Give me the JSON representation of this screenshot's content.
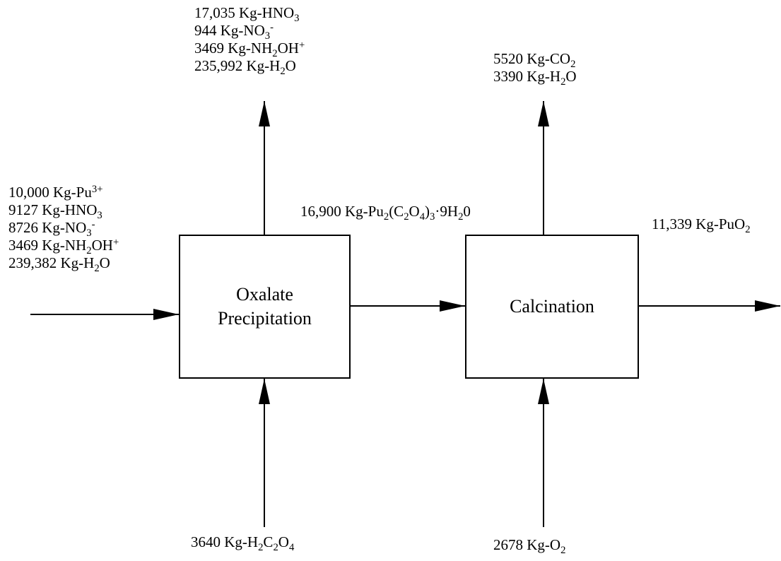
{
  "diagram": {
    "nodes": [
      {
        "id": "oxalate",
        "lines": [
          "Oxalate",
          "Precipitation"
        ]
      },
      {
        "id": "calcination",
        "lines": [
          "Calcination"
        ]
      }
    ],
    "streams": {
      "top_left": {
        "from": "oxalate",
        "to": "",
        "lines": [
          [
            {
              "t": "17,035 Kg-HNO"
            },
            {
              "sub": "3"
            }
          ],
          [
            {
              "t": "944 Kg-NO"
            },
            {
              "sub": "3"
            },
            {
              "sup": "-"
            }
          ],
          [
            {
              "t": "3469 Kg-NH"
            },
            {
              "sub": "2"
            },
            {
              "t": "OH"
            },
            {
              "sup": "+"
            }
          ],
          [
            {
              "t": "235,992 Kg-H"
            },
            {
              "sub": "2"
            },
            {
              "t": "O"
            }
          ]
        ]
      },
      "top_right": {
        "from": "calcination",
        "to": "",
        "lines": [
          [
            {
              "t": "5520 Kg-CO"
            },
            {
              "sub": "2"
            }
          ],
          [
            {
              "t": "3390 Kg-H"
            },
            {
              "sub": "2"
            },
            {
              "t": "O"
            }
          ]
        ]
      },
      "left_feed": {
        "from": "",
        "to": "oxalate",
        "lines": [
          [
            {
              "t": "10,000 Kg-Pu"
            },
            {
              "sup": "3+"
            }
          ],
          [
            {
              "t": "9127 Kg-HNO"
            },
            {
              "sub": "3"
            }
          ],
          [
            {
              "t": "8726 Kg-NO"
            },
            {
              "sub": "3"
            },
            {
              "sup": "-"
            }
          ],
          [
            {
              "t": "3469 Kg-NH"
            },
            {
              "sub": "2"
            },
            {
              "t": "OH"
            },
            {
              "sup": "+"
            }
          ],
          [
            {
              "t": "239,382 Kg-H"
            },
            {
              "sub": "2"
            },
            {
              "t": "O"
            }
          ]
        ]
      },
      "intermediate": {
        "from": "oxalate",
        "to": "calcination",
        "lines": [
          [
            {
              "t": "16,900 Kg-Pu"
            },
            {
              "sub": "2"
            },
            {
              "t": "(C"
            },
            {
              "sub": "2"
            },
            {
              "t": "O"
            },
            {
              "sub": "4"
            },
            {
              "t": ")"
            },
            {
              "sub": "3"
            },
            {
              "t": "·9H"
            },
            {
              "sub": "2"
            },
            {
              "t": "0"
            }
          ]
        ]
      },
      "product": {
        "from": "calcination",
        "to": "",
        "lines": [
          [
            {
              "t": "11,339 Kg-PuO"
            },
            {
              "sub": "2"
            }
          ]
        ]
      },
      "bottom_left": {
        "from": "",
        "to": "oxalate",
        "lines": [
          [
            {
              "t": "3640 Kg-H"
            },
            {
              "sub": "2"
            },
            {
              "t": "C"
            },
            {
              "sub": "2"
            },
            {
              "t": "O"
            },
            {
              "sub": "4"
            }
          ]
        ]
      },
      "bottom_right": {
        "from": "",
        "to": "calcination",
        "lines": [
          [
            {
              "t": "2678 Kg-O"
            },
            {
              "sub": "2"
            }
          ]
        ]
      }
    }
  }
}
